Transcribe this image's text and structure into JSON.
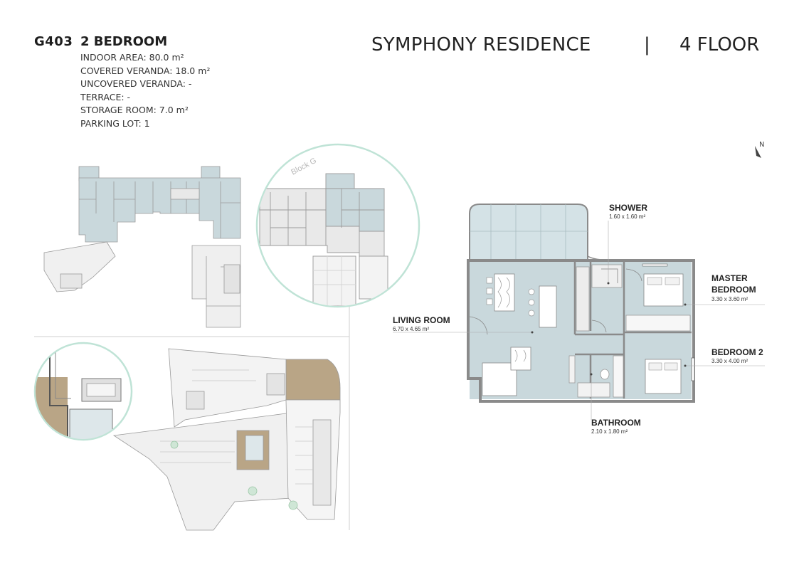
{
  "unit": {
    "code": "G403",
    "type": "2 BEDROOM",
    "specs": [
      "INDOOR AREA: 80.0 m²",
      "COVERED VERANDA: 18.0 m²",
      "UNCOVERED VERANDA: -",
      "TERRACE: -",
      "STORAGE ROOM: 7.0 m²",
      "PARKING LOT: 1"
    ]
  },
  "header": {
    "title": "SYMPHONY RESIDENCE",
    "separator": "|",
    "floor": "4 FLOOR"
  },
  "compass": {
    "label": "N"
  },
  "block_map": {
    "label": "Block G"
  },
  "rooms": {
    "shower": {
      "name": "SHOWER",
      "size": "1.60 x 1.60 m²"
    },
    "master": {
      "name_line1": "MASTER",
      "name_line2": "BEDROOM",
      "size": "3.30 x 3.60 m²"
    },
    "living": {
      "name": "LIVING ROOM",
      "size": "6.70 x 4.65 m²"
    },
    "bedroom2": {
      "name": "BEDROOM 2",
      "size": "3.30 x 4.00 m²"
    },
    "bathroom": {
      "name": "BATHROOM",
      "size": "2.10 x 1.80 m²"
    }
  },
  "colors": {
    "highlight": "#c9d8dc",
    "veranda": "#d4e2e6",
    "ring": "#bfe3d6",
    "wood": "#b9a586",
    "wall": "#8a8a8a",
    "line": "#bdbdbd"
  }
}
